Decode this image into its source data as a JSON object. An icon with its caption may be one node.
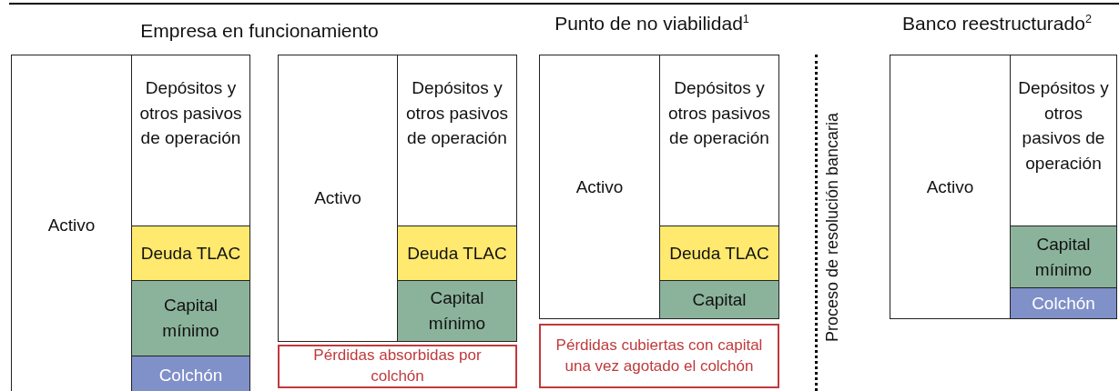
{
  "diagram": {
    "nodes": [
      {
        "text": [
          "Activo"
        ]
      },
      {
        "text": [
          "Depósitos y otros pasivos de operación"
        ]
      },
      {
        "text": [
          "Deuda TLAC"
        ]
      },
      {
        "text": [
          "Capital mínimo"
        ]
      },
      {
        "text": [
          "Colchón"
        ]
      },
      {
        "text": [
          "Activo"
        ]
      },
      {
        "text": [
          "Depósitos y otros pasivos de operación"
        ]
      },
      {
        "text": [
          "Deuda TLAC"
        ]
      },
      {
        "text": [
          "Capital mínimo"
        ]
      },
      {
        "text": [
          "Pérdidas absorbidas por colchón"
        ]
      },
      {
        "text": [
          "Activo"
        ]
      },
      {
        "text": [
          "Depósitos y otros pasivos de operación"
        ]
      },
      {
        "text": [
          "Deuda TLAC"
        ]
      },
      {
        "text": [
          "Capital"
        ]
      },
      {
        "text": [
          "Pérdidas cubiertas con capital una vez agotado el colchón"
        ]
      },
      {
        "text": [
          "Activo"
        ]
      },
      {
        "text": [
          "Depósitos y otros pasivos de operación"
        ]
      },
      {
        "text": [
          "Capital mínimo"
        ]
      },
      {
        "text": [
          "Colchón"
        ]
      }
    ],
    "labels": [
      "Empresa en funcionamiento",
      "Punto de no viabilidad$^{1}$",
      "Banco reestructurado$^{2}$",
      "Proceso de resolución bancaria"
    ]
  }
}
